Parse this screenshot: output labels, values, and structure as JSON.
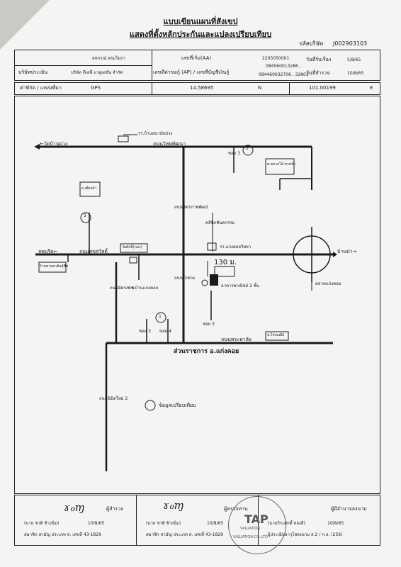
{
  "header": {
    "title": "แบบเขียนแผนที่สังเขป",
    "subtitle": "แสดงที่ตั้งหลักประกันและแปลงเปรียบเทียบ",
    "company_code_label": "รหัสบริษัท",
    "company_code": "J002903103"
  },
  "info": {
    "customer_value": "สหกรณ์ พรมโยธา",
    "appraiser_label": "บริษัทประเมิน",
    "appraiser_value": "บริษัท ทีเอพี แวลูเอชั่น จำกัด",
    "aa_label": "เลขที่เริ่ม(AA)",
    "aa_value": "2205050001",
    "ap_label": "เลขที่ค่าขอกู้ (AP) / เลขที่บัญชีเงินกู้",
    "ap_value1": "084560013286 ,",
    "ap_value2": "084460032706 , 32803",
    "received_label": "วันที่รับเรื่อง",
    "received_value": "5/8/65",
    "survey_label": "วันที่สำรวจ",
    "survey_value": "10/8/65"
  },
  "gps": {
    "label": "ค่าพิกัด / แหล่งที่มา",
    "source": "GPS",
    "lat": "14.58695",
    "lat_dir": "N",
    "lon": "101.00199",
    "lon_dir": "E"
  },
  "map": {
    "labels": {
      "wat_ban_muang": "←วัดบ้านม่วง",
      "school_top": "รร.บ้านอนามัยม่วง",
      "road_witthayaphat": "ถนนวิทยพัฒนา",
      "soi3_top": "ซอย 3",
      "circle2": "2",
      "market": "ต.ตลาดไอ้-ชาหน้า",
      "tambon_office": "อ.เพียงคำ",
      "circle3": "3",
      "road_mittraphap": "ถนนมิตรภาพพัฒน์",
      "clinic": "คลินิกทันตกรรม",
      "wat": "วัดศักดิ์(ภมร)",
      "school_mid": "รร.แก่งคอยวิทยา",
      "to_lopburi": "ลพบุรีด←",
      "road_suksawat": "ถนนสุขสวัสดิ์",
      "ban_pa": "บ้านป่า→",
      "pharmacy": "ร้านขายยาพันธุ์พืช",
      "distance": "130 ม.",
      "two_storey": "อาคารพาณิชย์ 2 ชั้น",
      "market_right": "ตลาดแก่งคอย",
      "temple_left": "ร.ร.บ้านแก่งคอย",
      "road_rakpuang": "ถนนรักพวง",
      "road_mittraphap2": "ถนนมิตรภาพ",
      "circle1": "1",
      "soi4": "ซอย 4",
      "soi3": "ซอย 3",
      "soi3b": "ซอย 3",
      "road_phrachaa": "ถนนพระพาลัย",
      "post_office": "ป.ไปรษณีย์",
      "government": "ส่วนราชการ อ.แก่งคอย",
      "road_nimitmai": "ถนนนิมิตใหม่ 2",
      "legend": "ข้อมูลเปรียบเทียบ"
    }
  },
  "signatures": {
    "surveyor_role": "ผู้สำรวจ",
    "surveyor_name": "(นาย ชาติ ช้างนิ่ม)",
    "surveyor_date": "10/8/65",
    "surveyor_license": "สมาชิก สามัญ ประเภท ส. เลขที่ 43-1829",
    "reviewer_role": "ผู้ตรวจทาน",
    "reviewer_name": "(นาย ชาติ ช้างนิ่ม)",
    "reviewer_date": "10/8/65",
    "reviewer_license": "สมาชิก สามัญ ประเภท ส. เลขที่ 43-1829",
    "approver_role": "ผู้มีอำนาจลงนาม",
    "approver_name": "(นายวีระศักดิ์ ทองสี)",
    "approver_date": "10/8/65",
    "approver_license": "ผู้ประเมินอาวุโสลงนาม ส.2 / ก.ล. (256)",
    "stamp_text": "TAP",
    "stamp_sub1": "VALUATION",
    "stamp_sub2": "VALUATION CO.,LTD"
  }
}
